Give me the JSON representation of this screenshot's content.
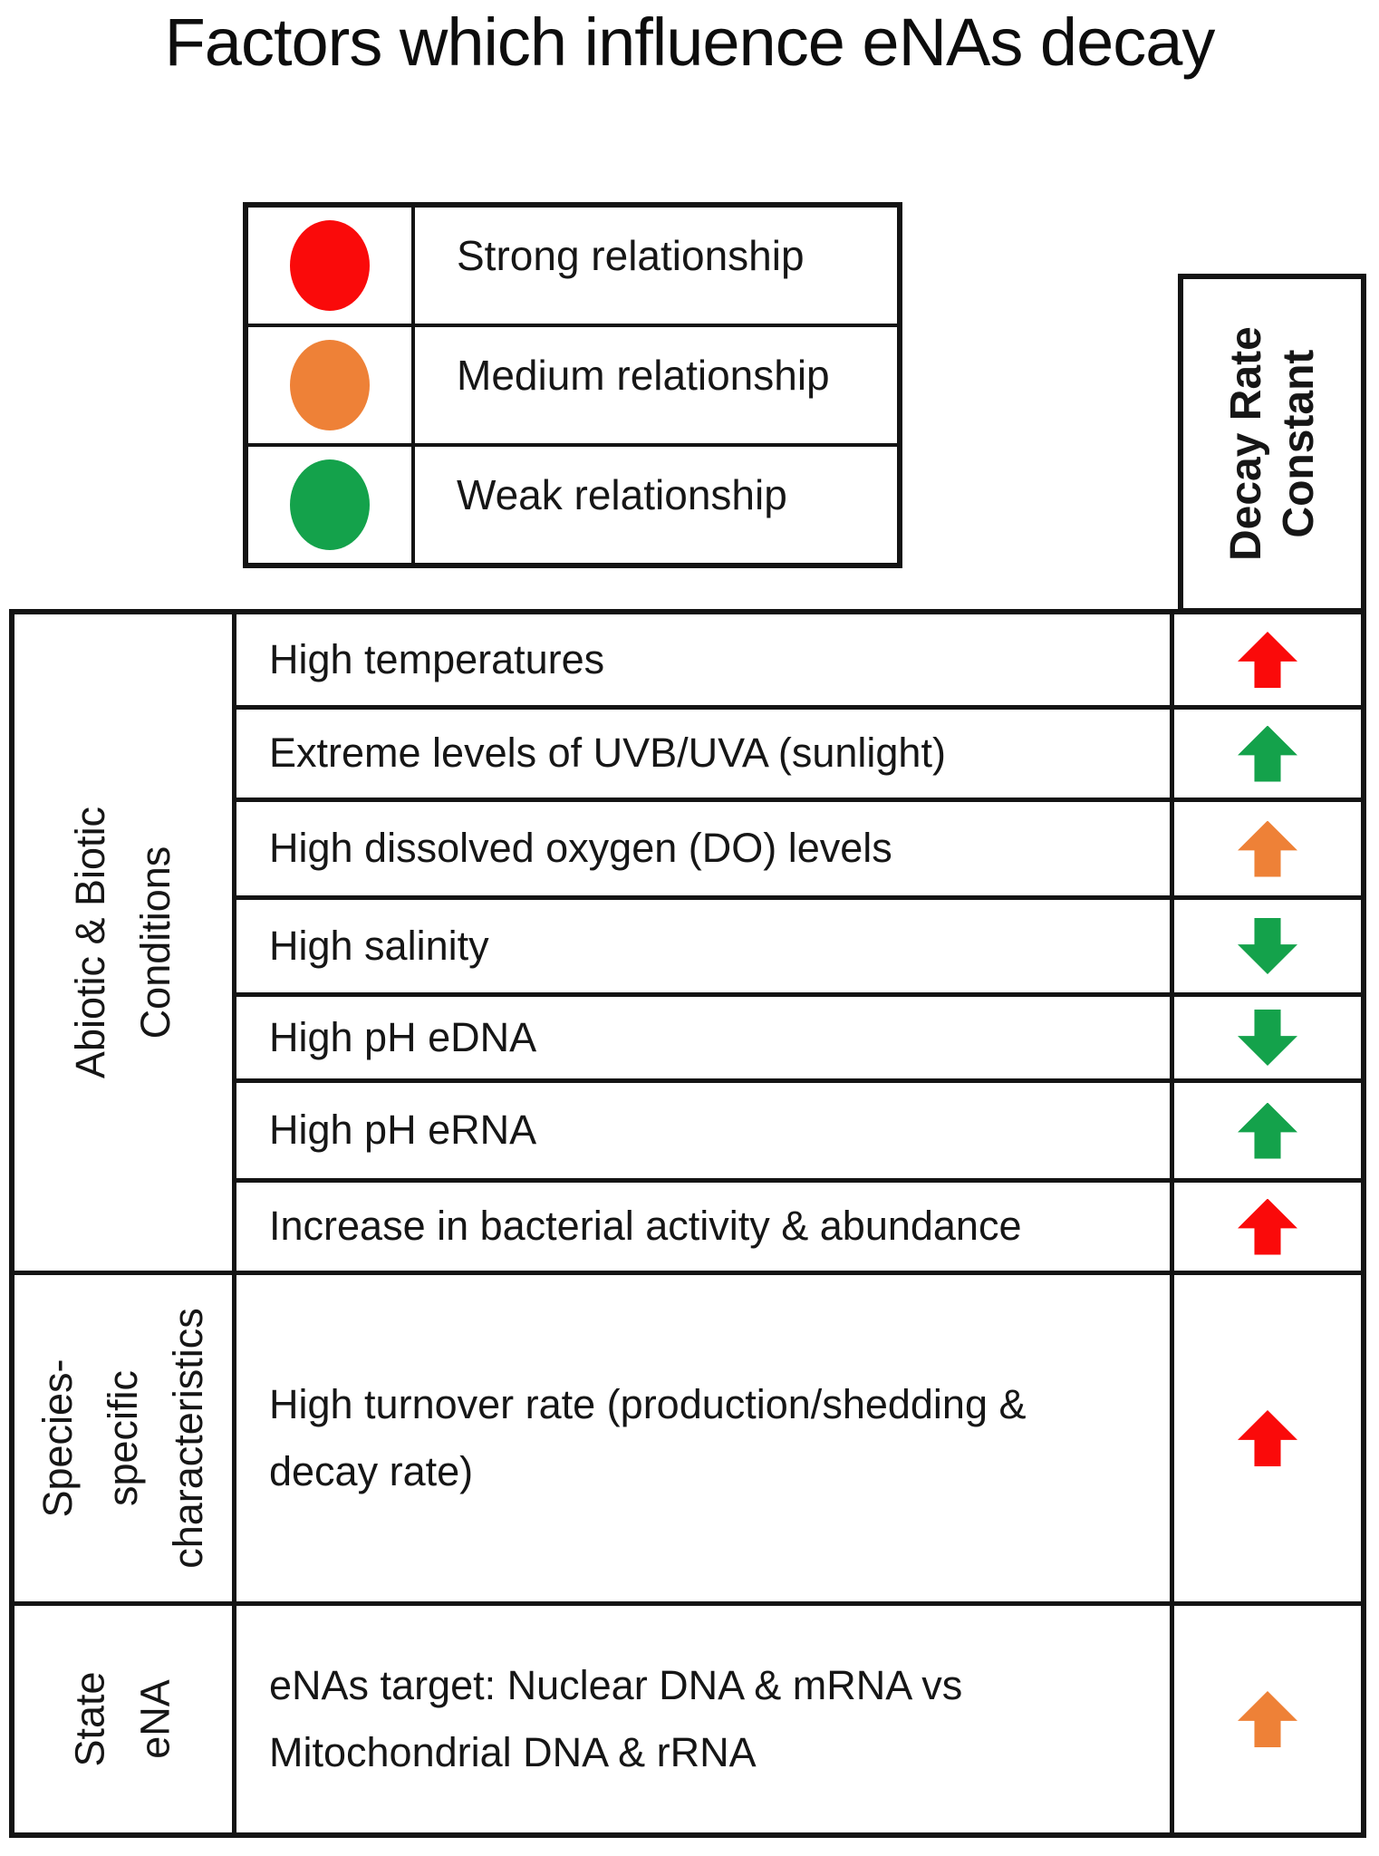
{
  "title": "Factors which influence eNAs decay",
  "colors": {
    "strong": "#fa0a0a",
    "medium": "#ee8137",
    "weak": "#14a24b",
    "border": "#141414"
  },
  "legend": {
    "items": [
      {
        "label": "Strong relationship",
        "dot": "red-dot",
        "dot_class": "dot c-red",
        "color": "#fa0a0a"
      },
      {
        "label": "Medium relationship",
        "dot": "orange-dot",
        "dot_class": "dot c-orange",
        "color": "#ee8137"
      },
      {
        "label": "Weak relationship",
        "dot": "green-dot",
        "dot_class": "dot c-green",
        "color": "#14a24b"
      }
    ]
  },
  "decay_header": {
    "lines": [
      "Decay Rate",
      "Constant"
    ]
  },
  "sections": [
    {
      "label_lines": [
        "Abiotic & Biotic",
        "Conditions"
      ],
      "rows": [
        {
          "text": "High temperatures",
          "arrow_direction": "up",
          "arrow_strength": "strong",
          "arrow_class": "arrow dir-up c-red"
        },
        {
          "text": "Extreme levels of UVB/UVA (sunlight)",
          "arrow_direction": "up",
          "arrow_strength": "weak",
          "arrow_class": "arrow dir-up c-green"
        },
        {
          "text": "High dissolved oxygen (DO) levels",
          "arrow_direction": "up",
          "arrow_strength": "medium",
          "arrow_class": "arrow dir-up c-orange"
        },
        {
          "text": "High salinity",
          "arrow_direction": "down",
          "arrow_strength": "weak",
          "arrow_class": "arrow dir-down c-green"
        },
        {
          "text": "High pH eDNA",
          "arrow_direction": "down",
          "arrow_strength": "weak",
          "arrow_class": "arrow dir-down c-green"
        },
        {
          "text": "High pH eRNA",
          "arrow_direction": "up",
          "arrow_strength": "weak",
          "arrow_class": "arrow dir-up c-green"
        },
        {
          "text": "Increase in bacterial activity & abundance",
          "arrow_direction": "up",
          "arrow_strength": "strong",
          "arrow_class": "arrow dir-up c-red"
        }
      ]
    },
    {
      "label_lines": [
        "Species-",
        "specific",
        "characteristics"
      ],
      "rows": [
        {
          "text": "High turnover rate (production/shedding & decay rate)",
          "arrow_direction": "up",
          "arrow_strength": "strong",
          "arrow_class": "arrow dir-up c-red"
        }
      ]
    },
    {
      "label_lines": [
        "State",
        "eNA"
      ],
      "rows": [
        {
          "text": "eNAs target: Nuclear DNA & mRNA vs Mitochondrial DNA & rRNA",
          "arrow_direction": "up",
          "arrow_strength": "medium",
          "arrow_class": "arrow dir-up c-orange"
        }
      ]
    }
  ]
}
